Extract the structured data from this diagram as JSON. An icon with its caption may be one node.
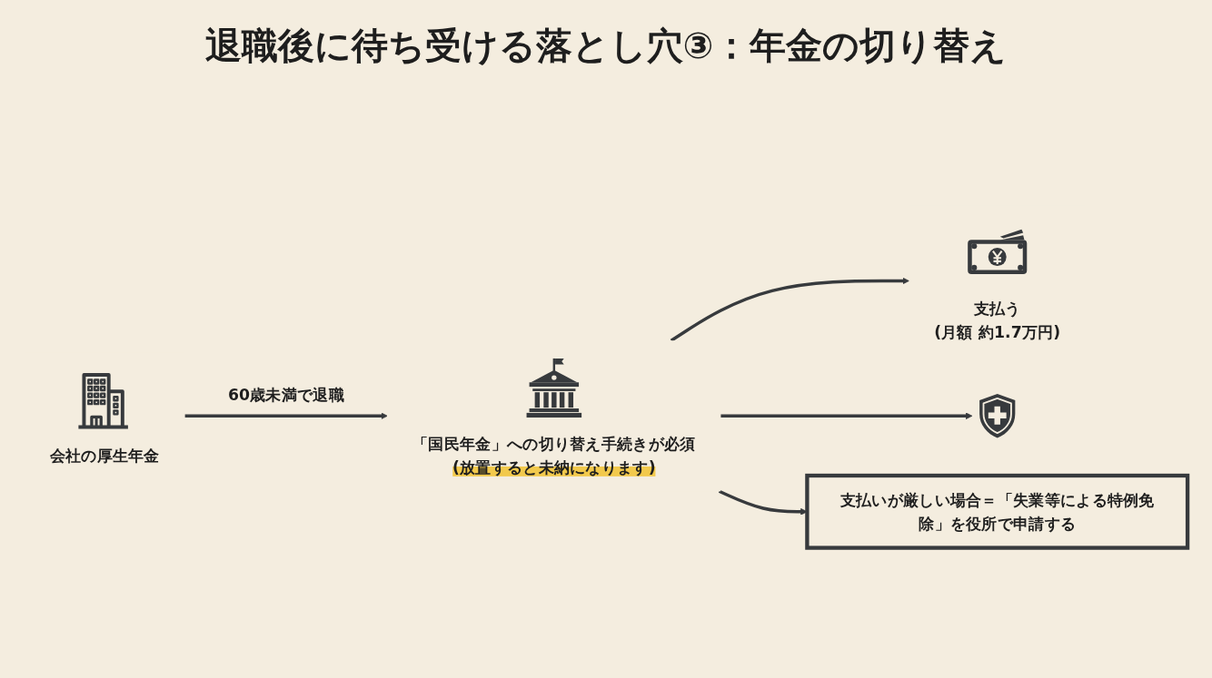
{
  "diagram": {
    "title": "退職後に待ち受ける落とし穴③：年金の切り替え",
    "nodes": [
      {
        "text": [
          "会社の厚生年金"
        ]
      },
      {
        "text": [
          "「国民年金」への切り替え手続きが必須",
          "(放置すると未納になります)"
        ]
      },
      {
        "text": [
          "支払う",
          "(月額 約1.7万円)"
        ]
      },
      {
        "text": [],
        "shape": "picture"
      },
      {
        "text": [
          "支払いが厳しい場合＝「失業等による特例免除」を役所で申請する"
        ]
      }
    ],
    "edges": [
      {
        "from": 0,
        "to": 1,
        "arrow": "to",
        "label": "60歳未満で退職"
      },
      {
        "from": 1,
        "to": 2,
        "arrow": "to"
      },
      {
        "from": 1,
        "to": 3,
        "arrow": "to"
      },
      {
        "from": 1,
        "to": 4,
        "arrow": "to"
      }
    ]
  }
}
